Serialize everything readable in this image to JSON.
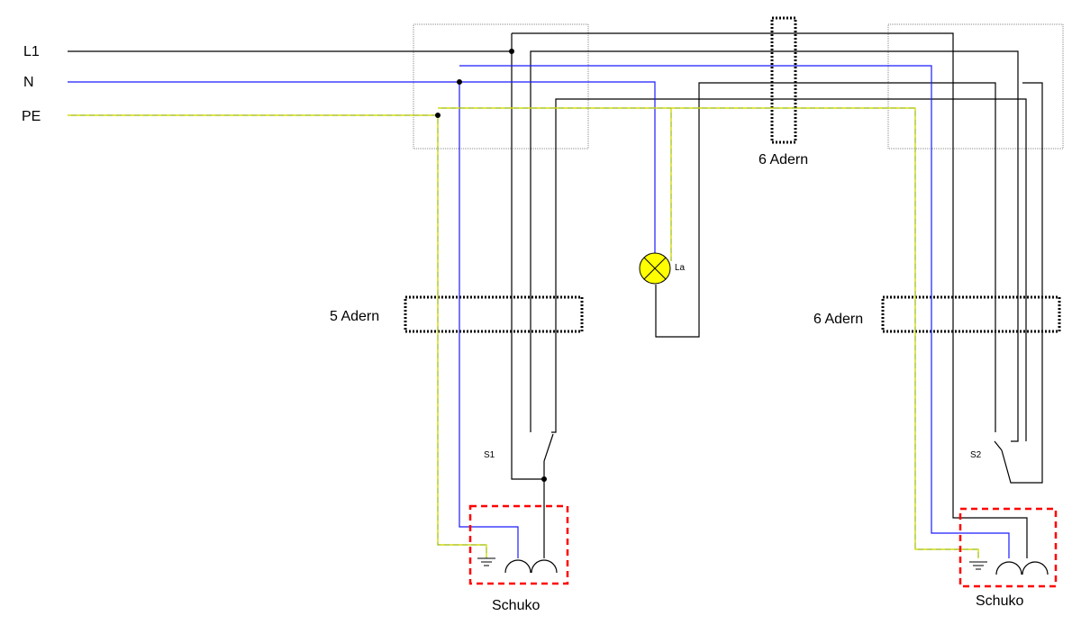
{
  "diagram": {
    "lines": {
      "l1": "L1",
      "n": "N",
      "pe": "PE"
    },
    "cables": {
      "five_wire": "5 Adern",
      "six_wire_top": "6 Adern",
      "six_wire_right": "6 Adern"
    },
    "lamp": {
      "label": "La"
    },
    "switches": {
      "s1": "S1",
      "s2": "S2"
    },
    "sockets": {
      "left": "Schuko",
      "right": "Schuko"
    },
    "colors": {
      "phase": "#000000",
      "neutral": "#1a1aff",
      "protective_earth": "#99bb00",
      "protective_earth_dash": "#dddd00",
      "lamp_fill": "#ffff00",
      "cable_marker": "#000000",
      "socket_box": "#ff0000",
      "junction_box": "#888888"
    }
  }
}
